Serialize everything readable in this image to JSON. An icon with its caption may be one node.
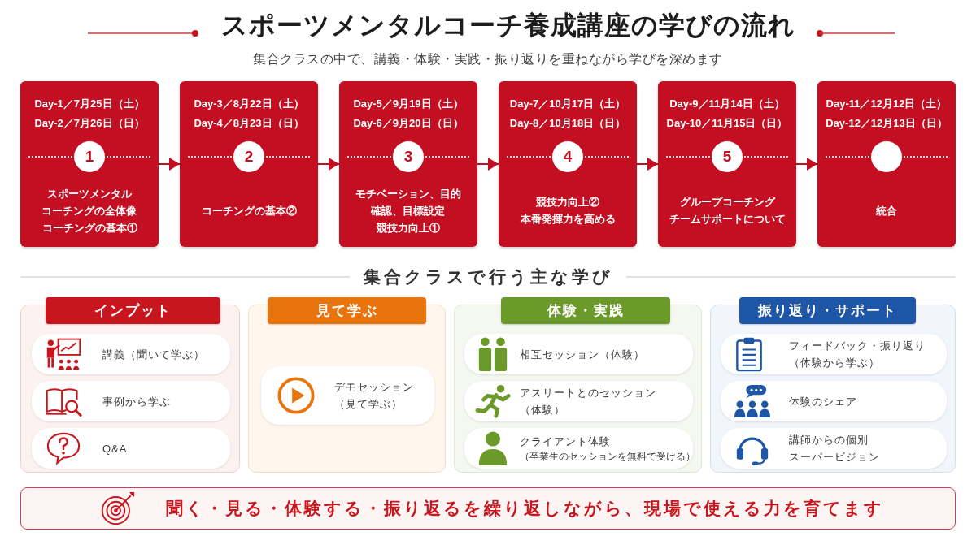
{
  "diagram": {
    "title": "スポーツメンタルコーチ養成講座の学びの流れ",
    "nodes": [
      {
        "text": [
          "Day-1／7月25日（土）",
          "Day-2／7月26日（日）",
          "スポーツメンタルコーチングの全体像",
          "コーチングの基本①"
        ]
      },
      {
        "text": [
          "1"
        ],
        "in": 0
      },
      {
        "text": [
          "Day-3／8月22日（土）",
          "Day-4／8月23日（日）",
          "コーチングの基本②"
        ]
      },
      {
        "text": [
          "2"
        ],
        "in": 2
      },
      {
        "text": [
          "Day-5／9月19日（土）",
          "Day-6／9月20日（日）",
          "モチベーション、目的確認、目標設定",
          "競技力向上①"
        ]
      },
      {
        "text": [
          "3"
        ],
        "in": 4
      },
      {
        "text": [
          "Day-7／10月17日（土）",
          "Day-8／10月18日（日）",
          "競技力向上②",
          "本番発揮力を高める"
        ]
      },
      {
        "text": [
          "4"
        ],
        "in": 6
      },
      {
        "text": [
          "Day-9／11月14日（土）",
          "Day-10／11月15日（日）",
          "グループコーチング",
          "チームサポートについて"
        ]
      },
      {
        "text": [
          "5"
        ],
        "in": 8
      },
      {
        "text": [
          "Day-11／12月12日（土）",
          "Day-12／12月13日（日）",
          "統合"
        ]
      },
      {
        "text": [],
        "shape": "circle",
        "in": 10
      },
      {
        "text": [
          "インプット"
        ]
      },
      {
        "text": [
          "講義（聞いて学ぶ）"
        ],
        "in": 12
      },
      {
        "text": [
          "事例から学ぶ"
        ],
        "in": 12
      },
      {
        "text": [
          "Q&A"
        ],
        "in": 12
      },
      {
        "text": [
          "見て学ぶ"
        ]
      },
      {
        "text": [
          "デモセッション",
          "（見て学ぶ）"
        ],
        "in": 16
      },
      {
        "text": [
          "体験・実践"
        ]
      },
      {
        "text": [
          "相互セッション（体験）"
        ],
        "in": 18
      },
      {
        "text": [
          "アスリートとのセッション",
          "（体験）"
        ],
        "in": 18
      },
      {
        "text": [
          "クライアント体験",
          "（卒業生のセッションを無料で受ける）"
        ],
        "in": 18
      },
      {
        "text": [
          "振り返り・サポート"
        ]
      },
      {
        "text": [
          "フィードバック・振り返り",
          "（体験から学ぶ）"
        ],
        "in": 22
      },
      {
        "text": [
          "体験のシェア"
        ],
        "in": 22
      },
      {
        "text": [
          "講師からの個別スーパービジョン"
        ],
        "in": 22
      },
      {
        "text": [
          "聞く・見る・体験する・振り返るを繰り返しながら、現場で使える力を育てます"
        ]
      }
    ],
    "edges": [
      {
        "from": 0,
        "to": 2,
        "arrow": "to"
      },
      {
        "from": 2,
        "to": 4,
        "arrow": "to"
      },
      {
        "from": 4,
        "to": 6,
        "arrow": "to"
      },
      {
        "from": 6,
        "to": 8,
        "arrow": "to"
      },
      {
        "from": 8,
        "to": 10,
        "arrow": "to"
      }
    ],
    "labels": [
      "集合クラスの中で、講義・体験・実践・振り返りを重ねながら学びを深めます",
      "集合クラスで行う主な学び"
    ]
  }
}
